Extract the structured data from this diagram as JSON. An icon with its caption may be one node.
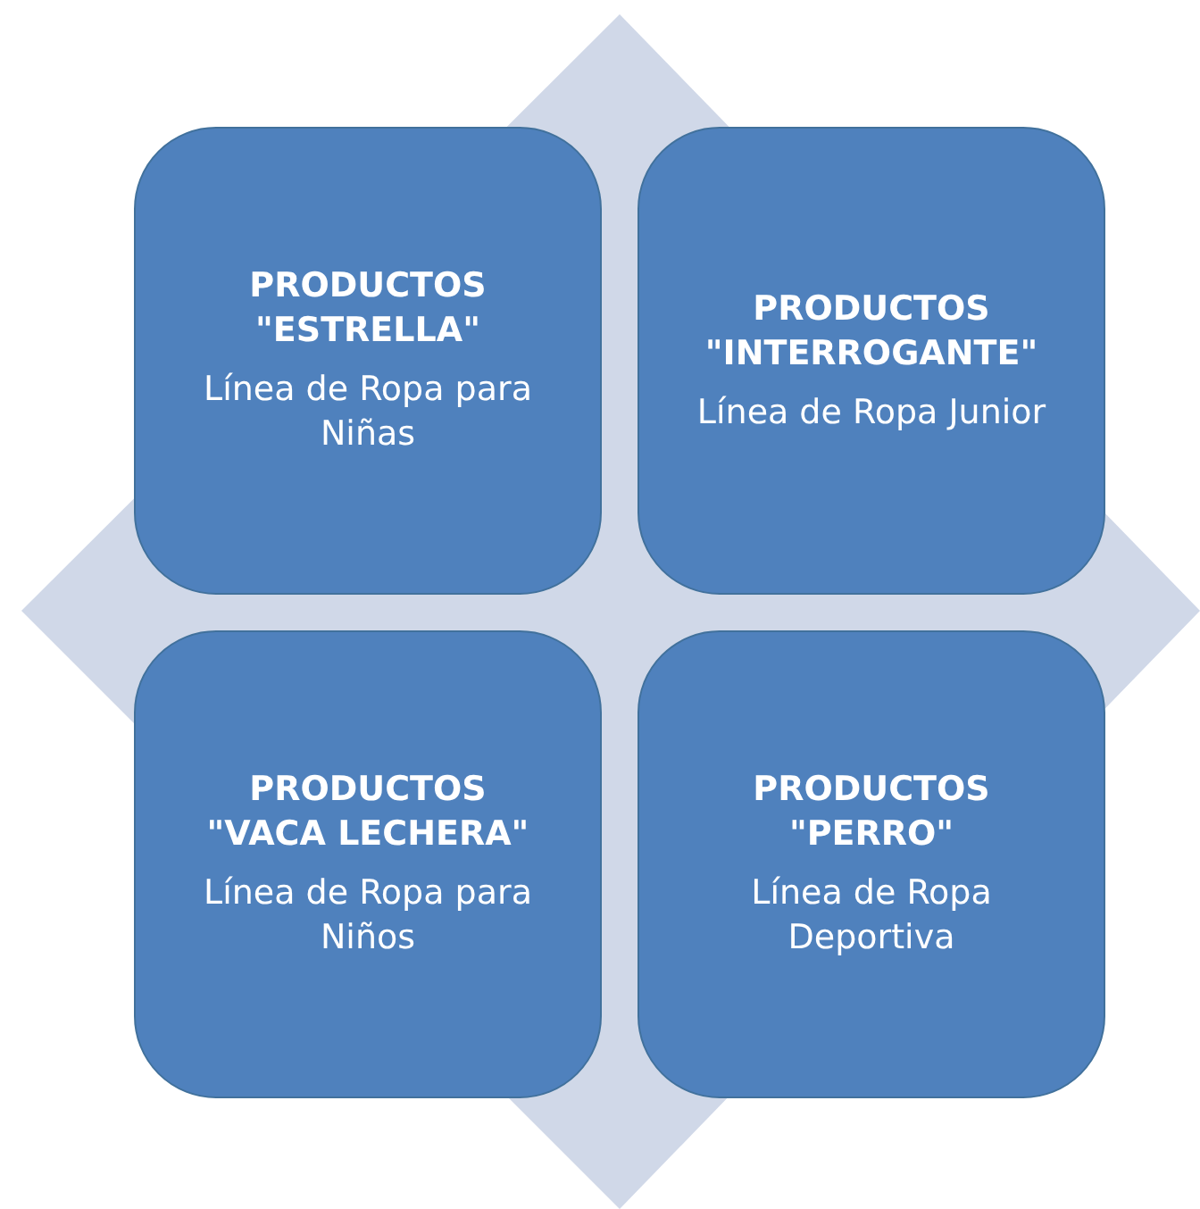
{
  "diagram": {
    "nodes": [
      {
        "text": [
          "PRODUCTOS \"ESTRELLA\"",
          "Línea de Ropa para Niñas"
        ]
      },
      {
        "text": [
          "PRODUCTOS \"INTERROGANTE\"",
          "Línea de Ropa Junior"
        ]
      },
      {
        "text": [
          "PRODUCTOS \"VACA LECHERA\"",
          "Línea de Ropa para Niños"
        ]
      },
      {
        "text": [
          "PRODUCTOS \"PERRO\"",
          "Línea de Ropa Deportiva"
        ]
      }
    ]
  }
}
